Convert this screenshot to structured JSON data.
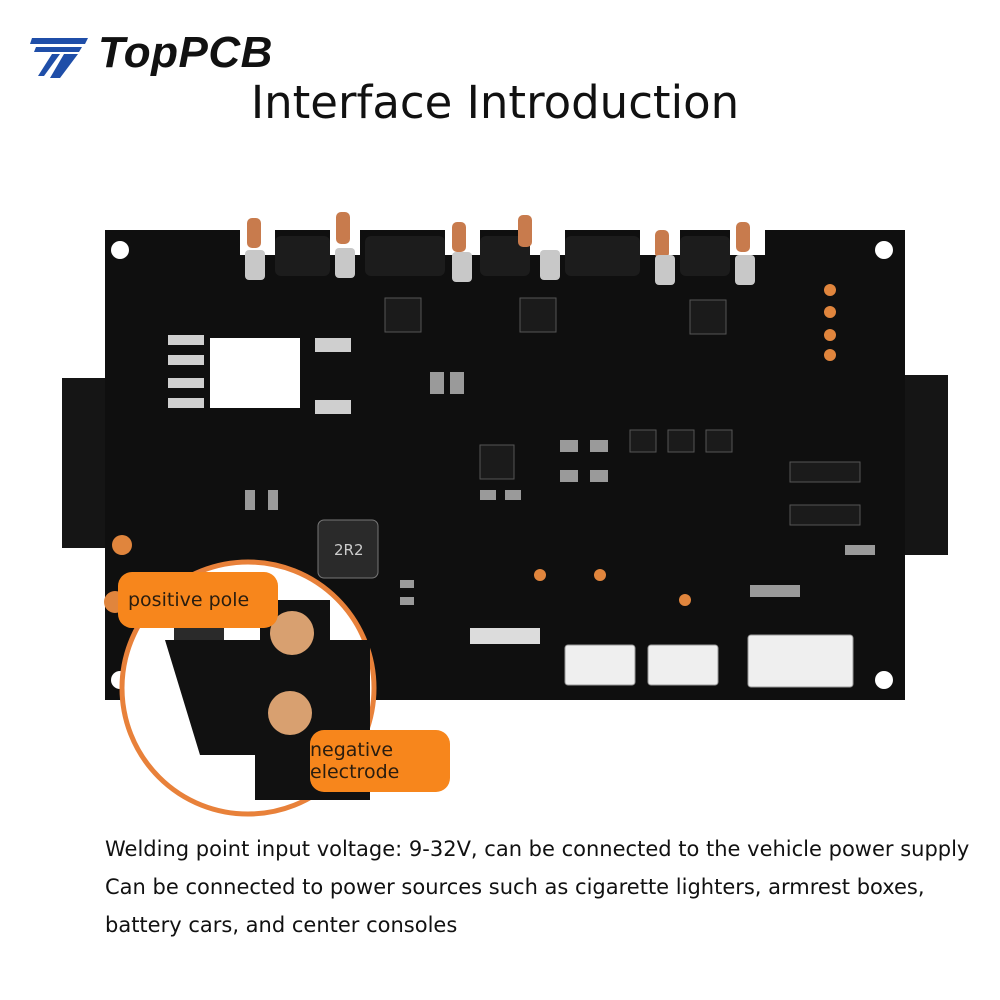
{
  "logo": {
    "text": "TopPCB",
    "icon": "stripes-t-logo"
  },
  "title": "Interface Introduction",
  "callouts": {
    "positive": "positive pole",
    "negative": "negative electrode"
  },
  "description": {
    "line1": "Welding point input voltage: 9-32V, can be connected to the vehicle power supply",
    "line2": "Can be connected to power sources such as cigarette lighters, armrest boxes,",
    "line3": "battery cars, and center consoles"
  },
  "colors": {
    "accent": "#f7861c",
    "board": "#111111",
    "copper": "#d58a55"
  }
}
